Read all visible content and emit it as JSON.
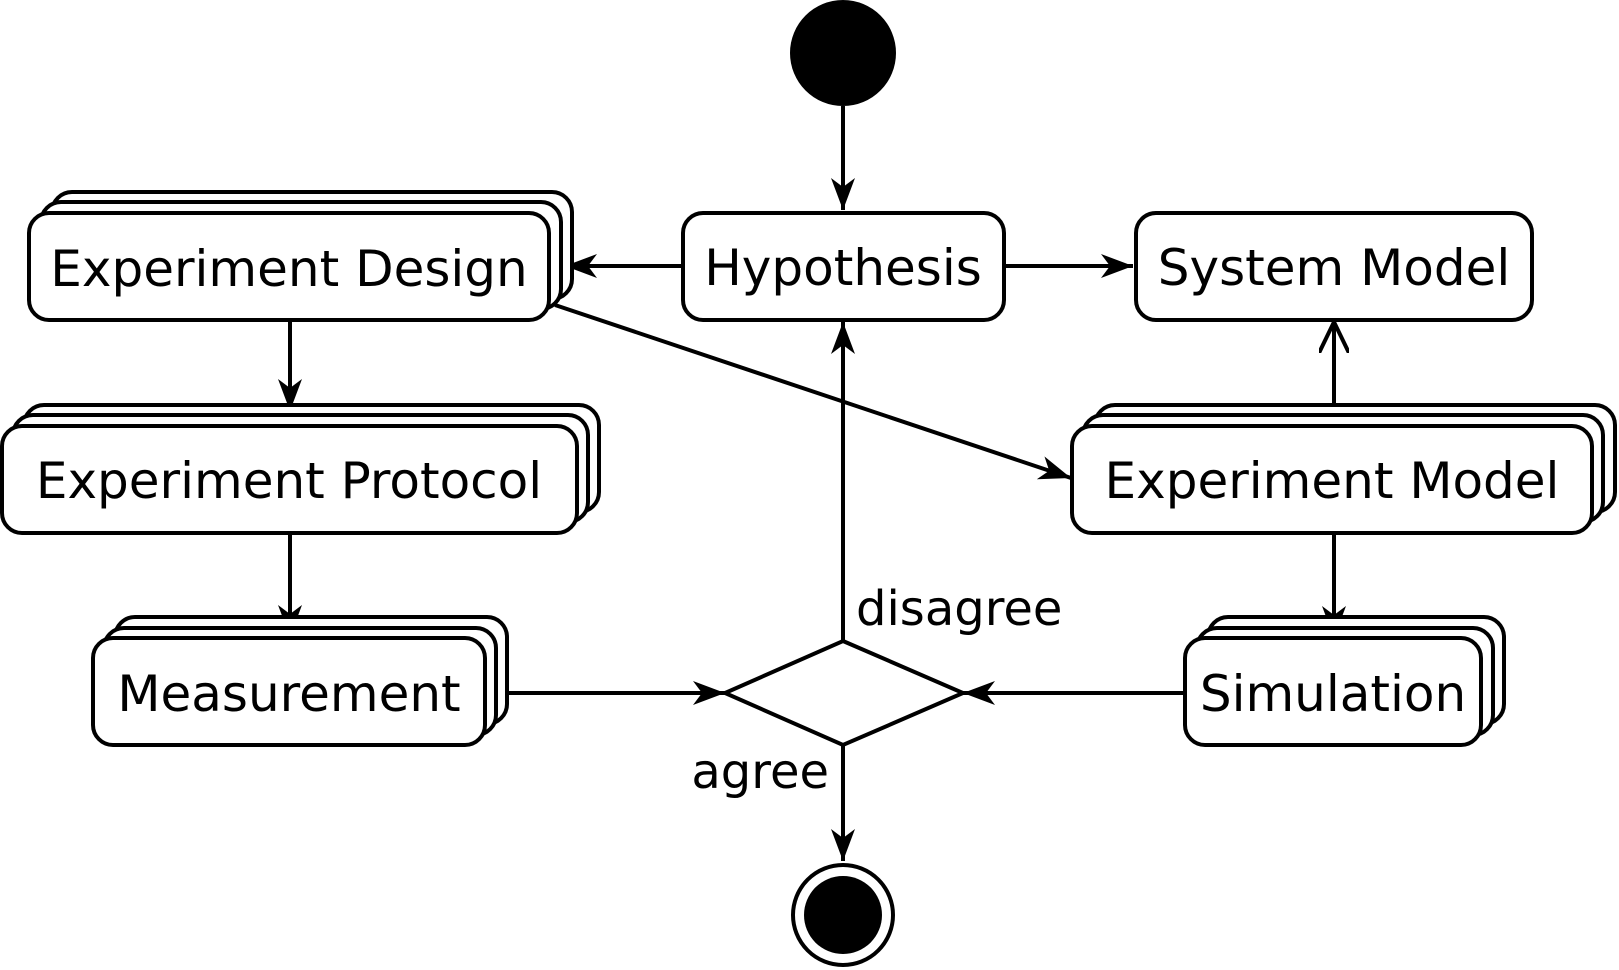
{
  "diagram": {
    "nodes": {
      "hypothesis": {
        "label": "Hypothesis"
      },
      "experiment_design": {
        "label": "Experiment Design"
      },
      "system_model": {
        "label": "System Model"
      },
      "experiment_protocol": {
        "label": "Experiment Protocol"
      },
      "experiment_model": {
        "label": "Experiment Model"
      },
      "measurement": {
        "label": "Measurement"
      },
      "simulation": {
        "label": "Simulation"
      }
    },
    "edge_labels": {
      "disagree": "disagree",
      "agree": "agree"
    },
    "colors": {
      "stroke": "#000000",
      "fill": "#ffffff"
    }
  }
}
